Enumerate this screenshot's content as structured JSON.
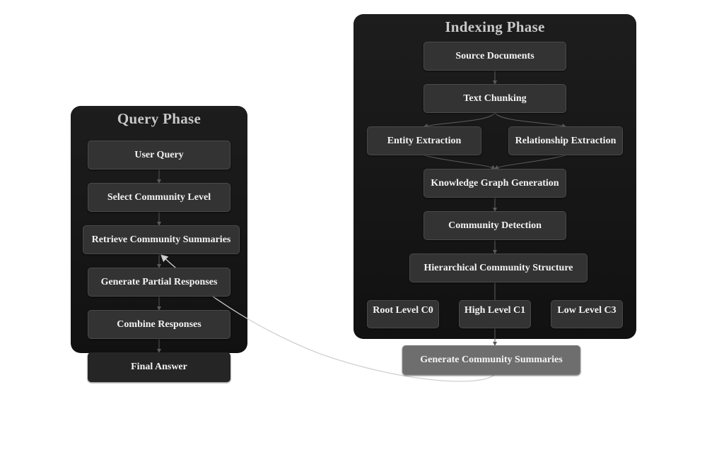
{
  "query_phase": {
    "title": "Query Phase",
    "nodes": {
      "user_query": "User Query",
      "select_level": "Select Community Level",
      "retrieve": "Retrieve Community Summaries",
      "generate_partial": "Generate Partial Responses",
      "combine": "Combine Responses"
    }
  },
  "final_answer": "Final Answer",
  "indexing_phase": {
    "title": "Indexing Phase",
    "nodes": {
      "source_docs": "Source Documents",
      "chunking": "Text Chunking",
      "entity_extraction": "Entity Extraction",
      "relationship_extraction": "Relationship Extraction",
      "kg_generation": "Knowledge Graph Generation",
      "community_detection": "Community Detection",
      "hierarchy": "Hierarchical Community Structure",
      "root_level": "Root Level C0",
      "high_level": "High Level C1",
      "low_level": "Low Level C3"
    }
  },
  "summaries_node": "Generate Community Summaries",
  "colors": {
    "cluster_bg": "#161616",
    "node_bg": "#333333",
    "summary_node_bg": "#6e6e6e",
    "edge_dark": "#5a5a5a",
    "edge_light": "#d0d0d0"
  }
}
